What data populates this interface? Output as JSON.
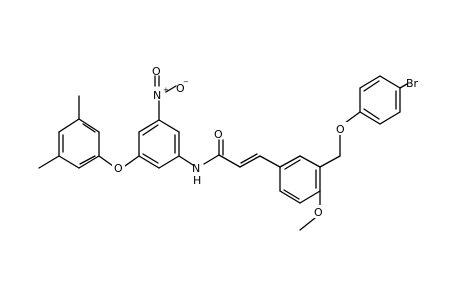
{
  "diagram": {
    "type": "skeletal-structure",
    "line_color": "#000000",
    "background_color": "#ffffff",
    "atom_labels": {
      "br": "Br",
      "o_phenoxy": "O",
      "o_ether": "O",
      "o_methoxy": "O",
      "o_carbonyl": "O",
      "nh": "N",
      "nh_h": "H",
      "no2_n": "N",
      "no2_n_charge": "+",
      "no2_o1": "O",
      "no2_o2": "O",
      "no2_o2_charge": "−"
    }
  }
}
